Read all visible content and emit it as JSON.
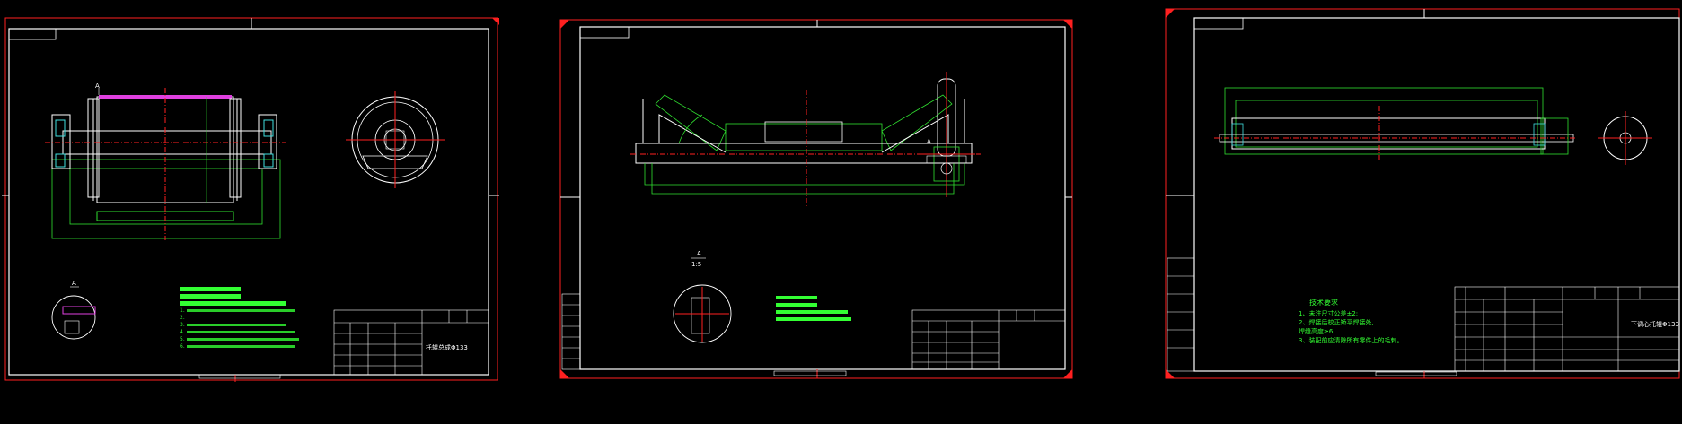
{
  "sheets": [
    {
      "id": "sheet-1",
      "section_label": "A",
      "title_block_name": "托辊总成Φ133",
      "notes": [
        "1.",
        "2.",
        "3.",
        "4.",
        "5.",
        "6."
      ]
    },
    {
      "id": "sheet-2",
      "section_label": "A",
      "detail_label": "A",
      "detail_scale": "1:5"
    },
    {
      "id": "sheet-3",
      "tech_title": "技术要求",
      "tech_notes": [
        "1、未注尺寸公差±2;",
        "2、焊接后校正矫平焊接处,",
        "   焊缝高度≥6;",
        "3、装配前应清除所有零件上的毛刺。"
      ],
      "title_block_name": "下调心托辊Φ133"
    }
  ],
  "colors": {
    "frame": "#ffffff",
    "red": "#ff2020",
    "green": "#30e030",
    "magenta": "#e040e0",
    "cyan": "#40e0e0",
    "bright_green": "#33ff33"
  }
}
